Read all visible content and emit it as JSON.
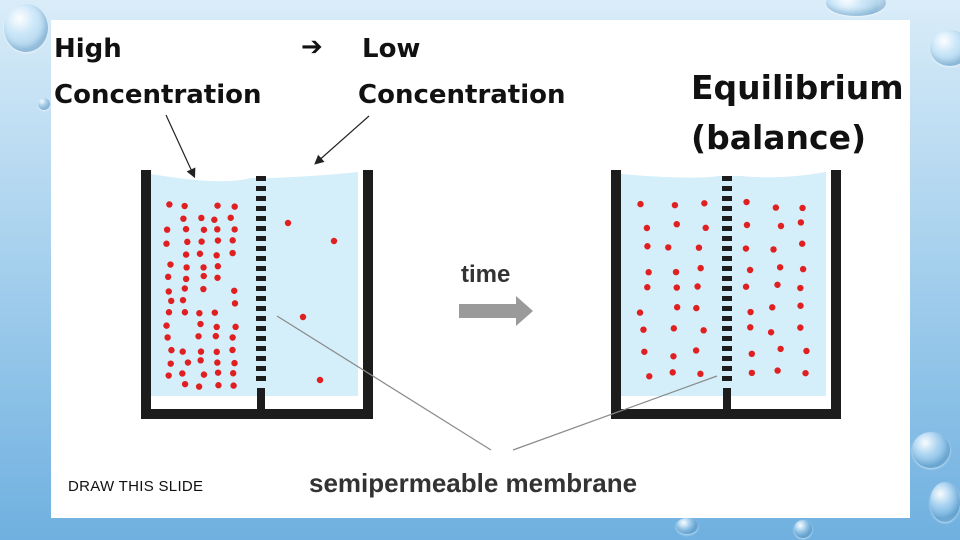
{
  "header": {
    "high": "High",
    "arrow": "➔",
    "low": "Low",
    "concentration_left": "Concentration",
    "concentration_right": "Concentration"
  },
  "result": {
    "line1": "Equilibrium",
    "line2": "(balance)"
  },
  "diagram": {
    "time_label": "time",
    "membrane_label": "semipermeable membrane",
    "particle_color": "#e02020",
    "water_color": "#d4eefa",
    "container_color": "#1c1c1c"
  },
  "footer": {
    "instruction": "DRAW THIS SLIDE"
  }
}
